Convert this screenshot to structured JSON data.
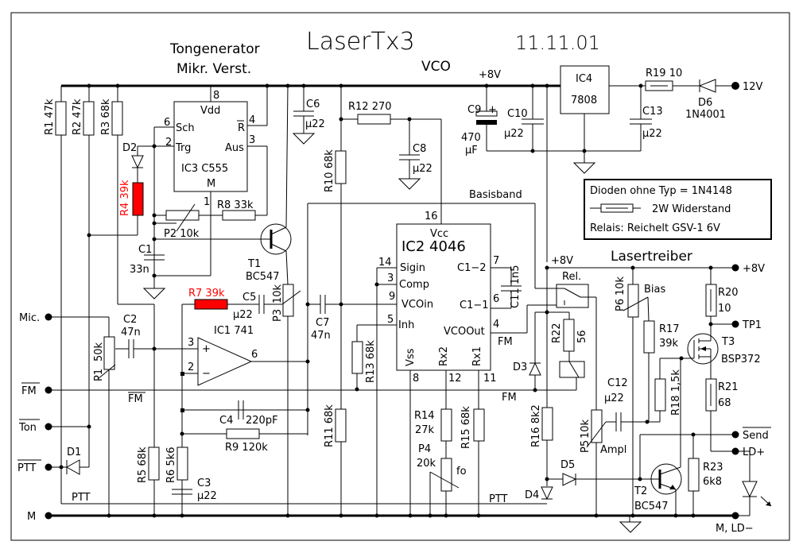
{
  "title": "LaserTx3",
  "date": "11.11.01",
  "sections": {
    "tongenerator": "Tongenerator",
    "mikr": "Mikr. Verst.",
    "vco": "VCO",
    "lasertreiber": "Lasertreiber",
    "basisband": "Basisband"
  },
  "legend": {
    "line1": "Dioden ohne Typ = 1N4148",
    "line2": "2W Widerstand",
    "line3": "Relais: Reichelt GSV-1 6V"
  },
  "terminals": {
    "mic": "Mic.",
    "fm": "FM",
    "ton": "Ton",
    "ptt": "PTT",
    "m": "M",
    "v12": "12V",
    "v8": "+8V",
    "tp1": "TP1",
    "send": "Send",
    "ldp": "LD+",
    "ldm": "M, LD−"
  },
  "nets": {
    "v8a": "+8V",
    "v8b": "+8V",
    "fm_net": "FM",
    "fm_bar": "FM",
    "fm_bar2": "FM",
    "ptt1": "PTT",
    "ptt2": "PTT",
    "rel": "Rel."
  },
  "components": {
    "R1": "R1 47k",
    "R2": "R2 47k",
    "R3": "R3 68k",
    "R4": "R4 39k",
    "R5": "R5 68k",
    "R6": "R6 5k6",
    "R7": "R7 39k",
    "R8": "R8 33k",
    "R9": "R9 120k",
    "R10": "R10 68k",
    "R11": "R11 68k",
    "R12": "R12 270",
    "R13": "R13 68k",
    "R14a": "R14",
    "R14b": "27k",
    "R15": "R15 68k",
    "R16": "R16 8k2",
    "R17a": "R17",
    "R17b": "39k",
    "R18": "R18 1,5k",
    "R19": "R19 10",
    "R20a": "R20",
    "R20b": "10",
    "R21a": "R21",
    "R21b": "68",
    "R22a": "R22",
    "R22b": "56",
    "R23a": "R23",
    "R23b": "6k8",
    "P1a": "P1",
    "P1b": "50k",
    "P2": "P2 10k",
    "P3a": "P3",
    "P3b": "10k",
    "P4a": "P4",
    "P4b": "20k",
    "P4c": "fo",
    "P5a": "P5",
    "P5b": "10k",
    "P5c": "Ampl",
    "P6a": "P6",
    "P6b": "10k",
    "P6c": "Bias",
    "C1a": "C1",
    "C1b": "33n",
    "C2a": "C2",
    "C2b": "47n",
    "C3a": "C3",
    "C3b": "µ22",
    "C4a": "C4",
    "C4b": "220pF",
    "C5a": "C5",
    "C5b": "µ22",
    "C6a": "C6",
    "C6b": "µ22",
    "C7a": "C7",
    "C7b": "47n",
    "C8a": "C8",
    "C8b": "µ22",
    "C9a": "C9",
    "C9b": "470",
    "C9c": "µF",
    "C9p": "+",
    "C10a": "C10",
    "C10b": "µ22",
    "C11": "C11 1n5",
    "C12a": "C12",
    "C12b": "µ22",
    "C13a": "C13",
    "C13b": "µ22",
    "D1": "D1",
    "D2": "D2",
    "D3": "D3",
    "D4": "D4",
    "D5": "D5",
    "D6a": "D6",
    "D6b": "1N4001",
    "T1a": "T1",
    "T1b": "BC547",
    "T2a": "T2",
    "T2b": "BC547",
    "T3a": "T3",
    "T3b": "BSP372",
    "IC1": "IC1 741",
    "IC4a": "IC4",
    "IC4b": "7808"
  },
  "ic3": {
    "name": "IC3 C555",
    "pins": {
      "p8": "8",
      "vdd": "Vdd",
      "p6": "6",
      "sch": "Sch",
      "p2": "2",
      "trg": "Trg",
      "p4": "4",
      "r": "R",
      "p3": "3",
      "aus": "Aus",
      "m": "M",
      "p1": "1"
    }
  },
  "ic1_pins": {
    "p3": "3",
    "p2": "2",
    "p6": "6",
    "plus": "+",
    "minus": "−"
  },
  "ic2": {
    "name": "IC2 4046",
    "pins": {
      "p16": "16",
      "vcc": "Vcc",
      "p14": "14",
      "sigin": "Sigin",
      "p3": "3",
      "comp": "Comp",
      "p9": "9",
      "vcoin": "VCOin",
      "p5": "5",
      "inh": "Inh",
      "p7": "7",
      "c12": "C1−2",
      "p6": "6",
      "c11": "C1−1",
      "p4": "4",
      "vcoout": "VCOOut",
      "vss": "Vss",
      "p8": "8",
      "rx2": "Rx2",
      "p12": "12",
      "rx1": "Rx1",
      "p11": "11"
    }
  },
  "colors": {
    "highlight": "#ff0000",
    "ink": "#000000"
  }
}
